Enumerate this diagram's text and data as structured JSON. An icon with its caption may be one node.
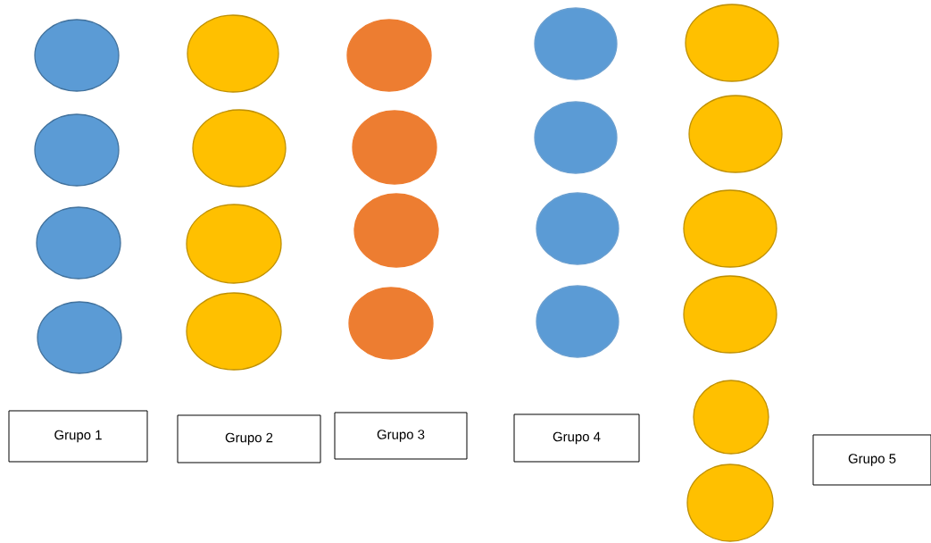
{
  "diagram": {
    "nodes": [
      {
        "text": [],
        "shape": "circle"
      },
      {
        "text": [],
        "shape": "circle"
      },
      {
        "text": [],
        "shape": "circle"
      },
      {
        "text": [],
        "shape": "circle"
      },
      {
        "text": [],
        "shape": "circle"
      },
      {
        "text": [],
        "shape": "circle"
      },
      {
        "text": [],
        "shape": "circle"
      },
      {
        "text": [],
        "shape": "circle"
      },
      {
        "text": [],
        "shape": "circle"
      },
      {
        "text": [],
        "shape": "circle"
      },
      {
        "text": [],
        "shape": "circle"
      },
      {
        "text": [],
        "shape": "circle"
      },
      {
        "text": [],
        "shape": "circle"
      },
      {
        "text": [],
        "shape": "circle"
      },
      {
        "text": [],
        "shape": "circle"
      },
      {
        "text": [],
        "shape": "circle"
      },
      {
        "text": [],
        "shape": "circle"
      },
      {
        "text": [],
        "shape": "circle"
      },
      {
        "text": [],
        "shape": "circle"
      },
      {
        "text": [],
        "shape": "circle"
      },
      {
        "text": [],
        "shape": "circle"
      },
      {
        "text": [],
        "shape": "circle"
      },
      {
        "text": [
          "Grupo 1"
        ]
      },
      {
        "text": [
          "Grupo 2"
        ]
      },
      {
        "text": [
          "Grupo 3"
        ]
      },
      {
        "text": [
          "Grupo 4"
        ]
      },
      {
        "text": [
          "Grupo 5"
        ]
      }
    ]
  }
}
